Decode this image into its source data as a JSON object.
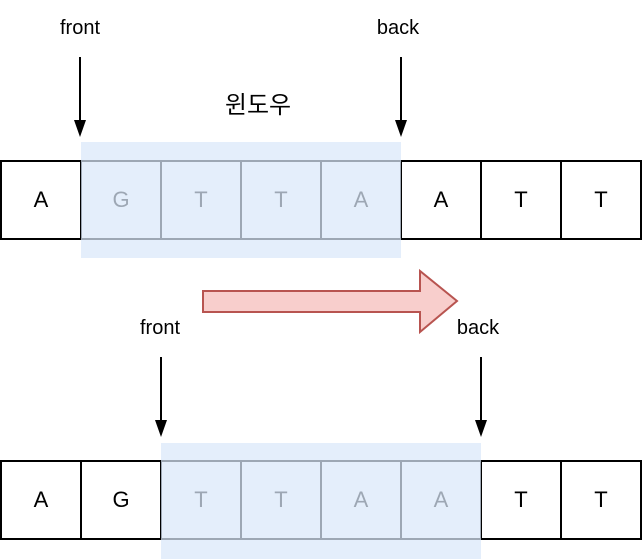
{
  "diagram": {
    "window_label": "윈도우",
    "rows": [
      {
        "front_label": "front",
        "back_label": "back",
        "cells": [
          "A",
          "G",
          "T",
          "T",
          "A",
          "A",
          "T",
          "T"
        ],
        "window_start_index": 1,
        "window_end_index": 4
      },
      {
        "front_label": "front",
        "back_label": "back",
        "cells": [
          "A",
          "G",
          "T",
          "T",
          "A",
          "A",
          "T",
          "T"
        ],
        "window_start_index": 2,
        "window_end_index": 5
      }
    ]
  },
  "colors": {
    "window_fill_rgba": "rgba(218,232,250,0.72)",
    "slide_arrow_fill": "#f8cecc",
    "slide_arrow_stroke": "#b85450",
    "pointer_arrow": "#000000",
    "cell_border": "#000000"
  }
}
